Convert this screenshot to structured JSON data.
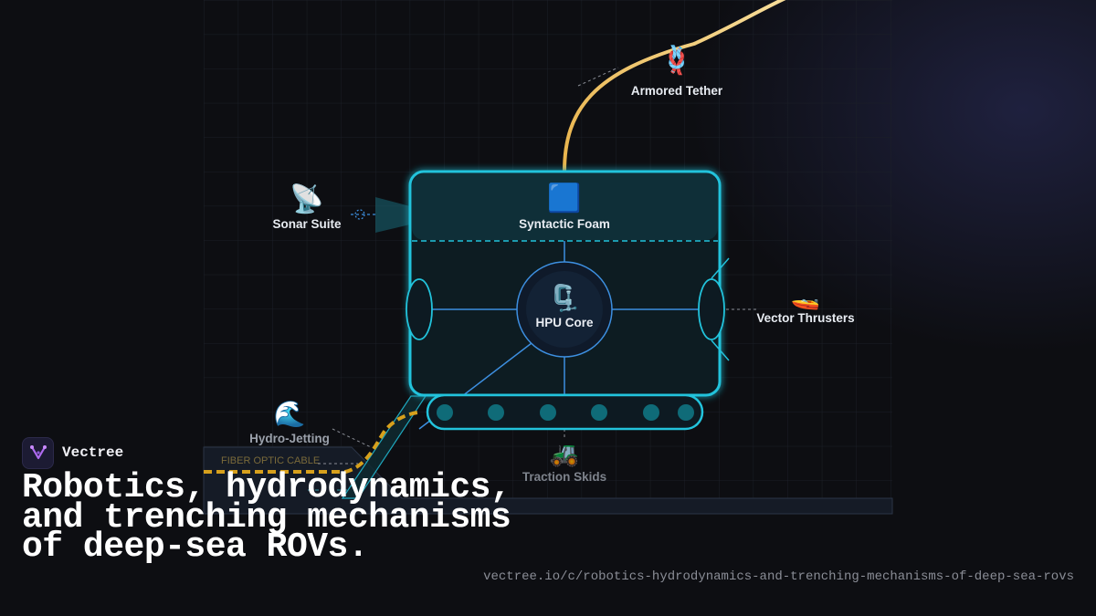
{
  "brand": {
    "name": "Vectree",
    "logo_icon": "vectree-logo-icon"
  },
  "headline": "Robotics, hydrodynamics, and trenching mechanisms of deep-sea ROVs.",
  "url": "vectree.io/c/robotics-hydrodynamics-and-trenching-mechanisms-of-deep-sea-rovs",
  "diagram": {
    "components": [
      {
        "key": "armored_tether",
        "label": "Armored Tether",
        "icon": "knot-icon",
        "glyph": "🪢"
      },
      {
        "key": "sonar_suite",
        "label": "Sonar Suite",
        "icon": "satellite-dish-icon",
        "glyph": "📡"
      },
      {
        "key": "syntactic_foam",
        "label": "Syntactic Foam",
        "icon": "blue-square-icon",
        "glyph": "🟦"
      },
      {
        "key": "hpu_core",
        "label": "HPU Core",
        "icon": "clamp-icon",
        "glyph": "🗜️"
      },
      {
        "key": "vector_thrusters",
        "label": "Vector Thrusters",
        "icon": "speedboat-icon",
        "glyph": "🚤"
      },
      {
        "key": "hydro_jetting",
        "label": "Hydro-Jetting",
        "icon": "water-wave-icon",
        "glyph": "🌊"
      },
      {
        "key": "traction_skids",
        "label": "Traction Skids",
        "icon": "tractor-icon",
        "glyph": "🚜"
      }
    ],
    "cable_label": "FIBER OPTIC CABLE"
  },
  "colors": {
    "background": "#0d0e12",
    "frame": "#22c3dc",
    "frame_fill": "#0d2a33",
    "link": "#3d8fe0",
    "tether": "#f0c462",
    "cable": "#d7a01c",
    "seabed": "#1a2230"
  }
}
